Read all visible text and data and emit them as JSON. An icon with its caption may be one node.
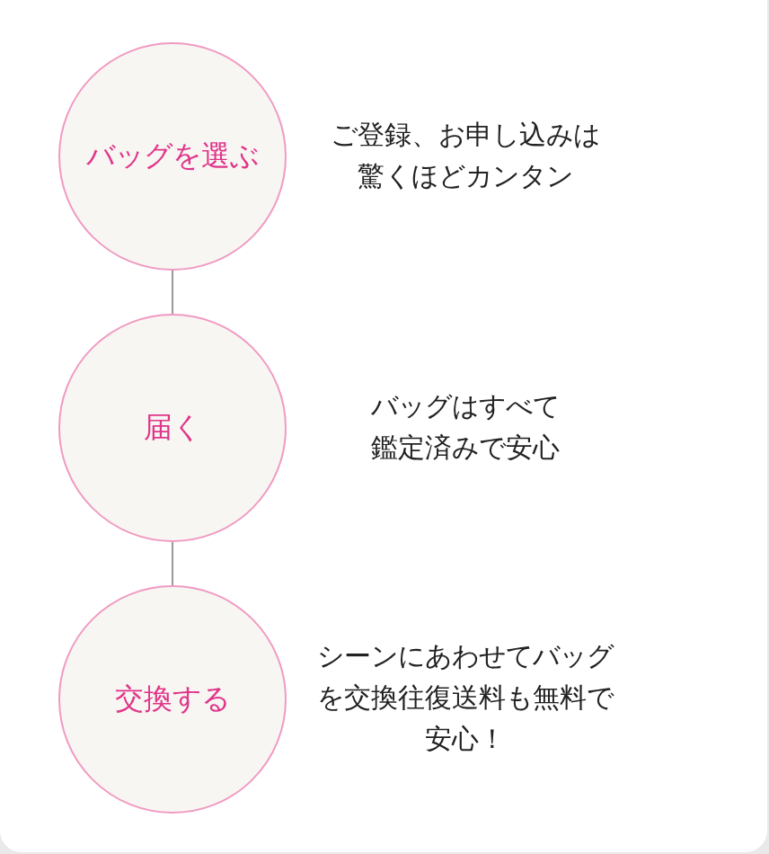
{
  "diagram": {
    "nodes": [
      {
        "text": [
          "バッグを選ぶ"
        ],
        "beside": [
          "ご登録、お申し込みは驚くほどカンタン"
        ]
      },
      {
        "text": [
          "届く"
        ],
        "beside": [
          "バッグはすべて鑑定済みで安心"
        ]
      },
      {
        "text": [
          "交換する"
        ],
        "beside": [
          "シーンにあわせてバッグを交換往復送料も無料で安心！"
        ]
      }
    ],
    "edges": [
      {
        "from": 0,
        "to": 1,
        "arrow": "none"
      },
      {
        "from": 1,
        "to": 2,
        "arrow": "none"
      }
    ]
  }
}
